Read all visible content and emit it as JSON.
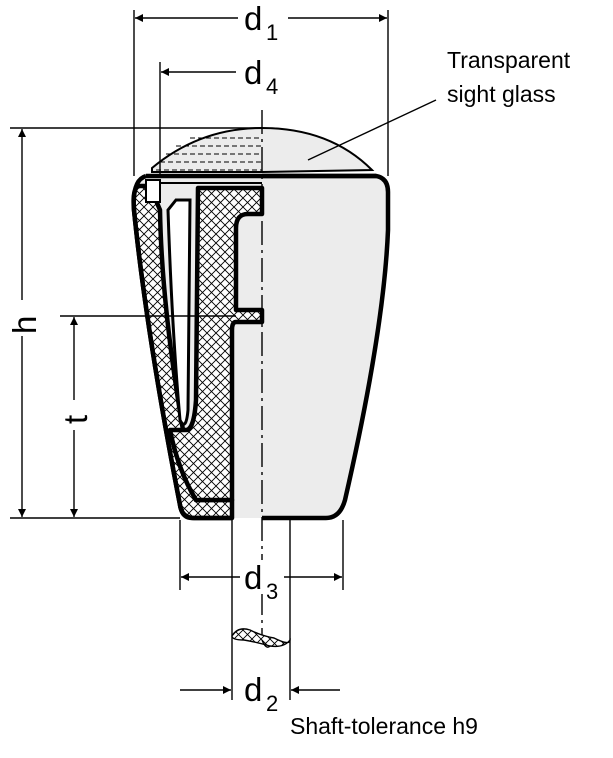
{
  "dimensions": {
    "d1": {
      "letter": "d",
      "index": "1"
    },
    "d4": {
      "letter": "d",
      "index": "4"
    },
    "d3": {
      "letter": "d",
      "index": "3"
    },
    "d2": {
      "letter": "d",
      "index": "2"
    },
    "h": "h",
    "t": "t"
  },
  "annotations": {
    "sight_glass_line1": "Transparent",
    "sight_glass_line2": "sight glass",
    "shaft_tolerance": "Shaft-tolerance h9"
  }
}
